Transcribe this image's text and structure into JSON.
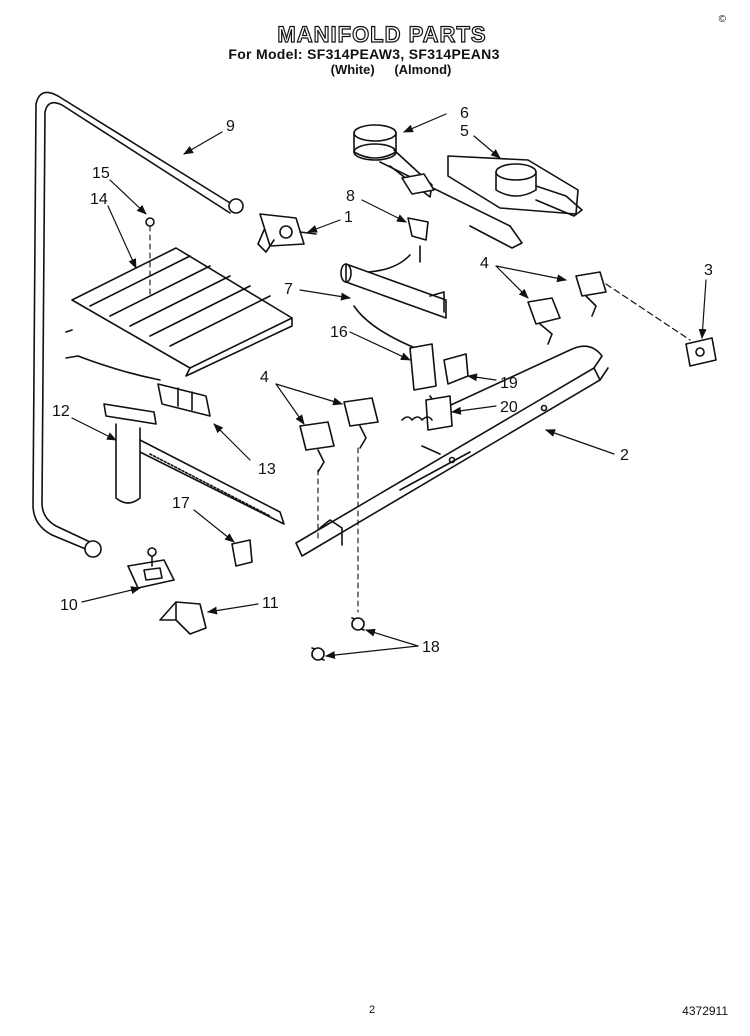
{
  "header": {
    "title": "MANIFOLD PARTS",
    "model_line": "For Model: SF314PEAW3, SF314PEAN3",
    "color_white": "(White)",
    "color_almond": "(Almond)"
  },
  "callouts": {
    "c1": "1",
    "c2": "2",
    "c3": "3",
    "c4a": "4",
    "c4b": "4",
    "c5": "5",
    "c6": "6",
    "c7": "7",
    "c8": "8",
    "c9": "9",
    "c10": "10",
    "c11": "11",
    "c12": "12",
    "c13": "13",
    "c14": "14",
    "c15": "15",
    "c16": "16",
    "c17": "17",
    "c18": "18",
    "c19": "19",
    "c20": "20"
  },
  "footer": {
    "page_number": "2",
    "doc_code": "4372911",
    "corner_mark": "©"
  }
}
